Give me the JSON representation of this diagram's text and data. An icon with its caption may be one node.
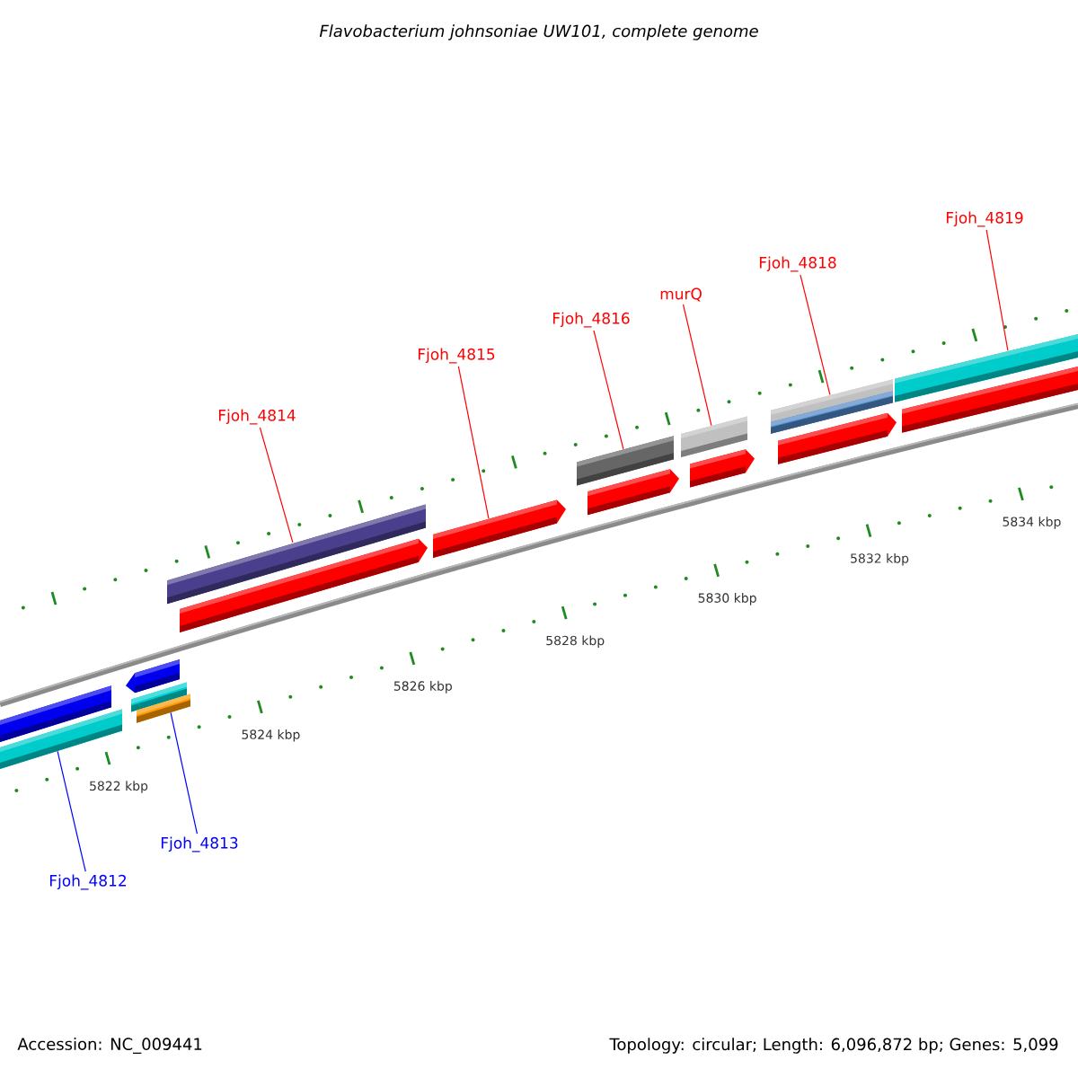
{
  "diagram": {
    "title": "Flavobacterium johnsoniae UW101, complete genome",
    "nodes": [
      {
        "text": [
          "Fjoh_4819"
        ]
      },
      {
        "text": [
          "Fjoh_4818"
        ]
      },
      {
        "text": [
          "murQ"
        ]
      },
      {
        "text": [
          "Fjoh_4816"
        ]
      },
      {
        "text": [
          "Fjoh_4815"
        ]
      },
      {
        "text": [
          "Fjoh_4814"
        ]
      },
      {
        "text": [
          "Fjoh_4813"
        ]
      },
      {
        "text": [
          "Fjoh_4812"
        ]
      },
      {
        "text": [],
        "shape": "bar"
      },
      {
        "text": [],
        "shape": "bar"
      },
      {
        "text": [],
        "shape": "bar"
      },
      {
        "text": [],
        "shape": "arrow"
      },
      {
        "text": [],
        "shape": "bar"
      },
      {
        "text": [],
        "shape": "bar"
      },
      {
        "text": [],
        "shape": "bar"
      },
      {
        "text": [],
        "shape": "bar"
      }
    ],
    "edges": [
      {
        "from": 0,
        "to": 15,
        "arrow": "none"
      },
      {
        "from": 1,
        "to": 14,
        "arrow": "none"
      },
      {
        "from": 2,
        "to": 13,
        "arrow": "none"
      },
      {
        "from": 3,
        "to": 12,
        "arrow": "none"
      },
      {
        "from": 4,
        "to": 11,
        "arrow": "none"
      },
      {
        "from": 5,
        "to": 10,
        "arrow": "none"
      },
      {
        "from": 6,
        "to": 9,
        "arrow": "none",
        "color": "#0000ff"
      },
      {
        "from": 7,
        "to": 8,
        "arrow": "none",
        "color": "#0000ff"
      }
    ],
    "labels": [
      "5834 kbp",
      "5832 kbp",
      "5830 kbp",
      "5828 kbp",
      "5826 kbp",
      "5824 kbp",
      "5822 kbp",
      "Accession: NC_009441",
      "Topology: circular; Length: 6,096,872 bp; Genes: 5,099"
    ]
  }
}
